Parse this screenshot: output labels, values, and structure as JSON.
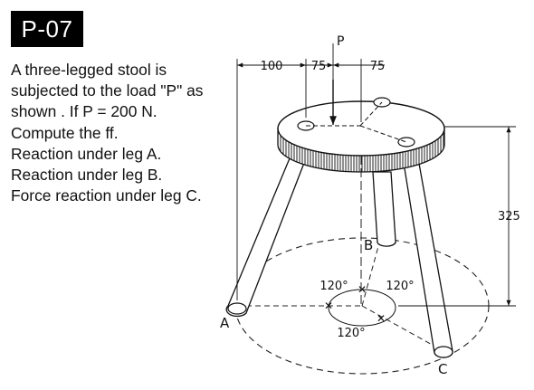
{
  "badge": "P-07",
  "problem": {
    "lines": [
      "A three-legged stool is",
      "subjected to the load \"P\" as",
      "shown . If  P = 200 N.",
      "Compute the ff.",
      "Reaction under leg A.",
      "Reaction under leg B.",
      "Force reaction under leg C."
    ]
  },
  "figure": {
    "load_label": "P",
    "dim_left": "100",
    "dim_mid": "75",
    "dim_right": "75",
    "dim_height": "325",
    "angle_top_left": "120°",
    "angle_top_right": "120°",
    "angle_bottom": "120°",
    "leg_a": "A",
    "leg_b": "B",
    "leg_c": "C"
  }
}
